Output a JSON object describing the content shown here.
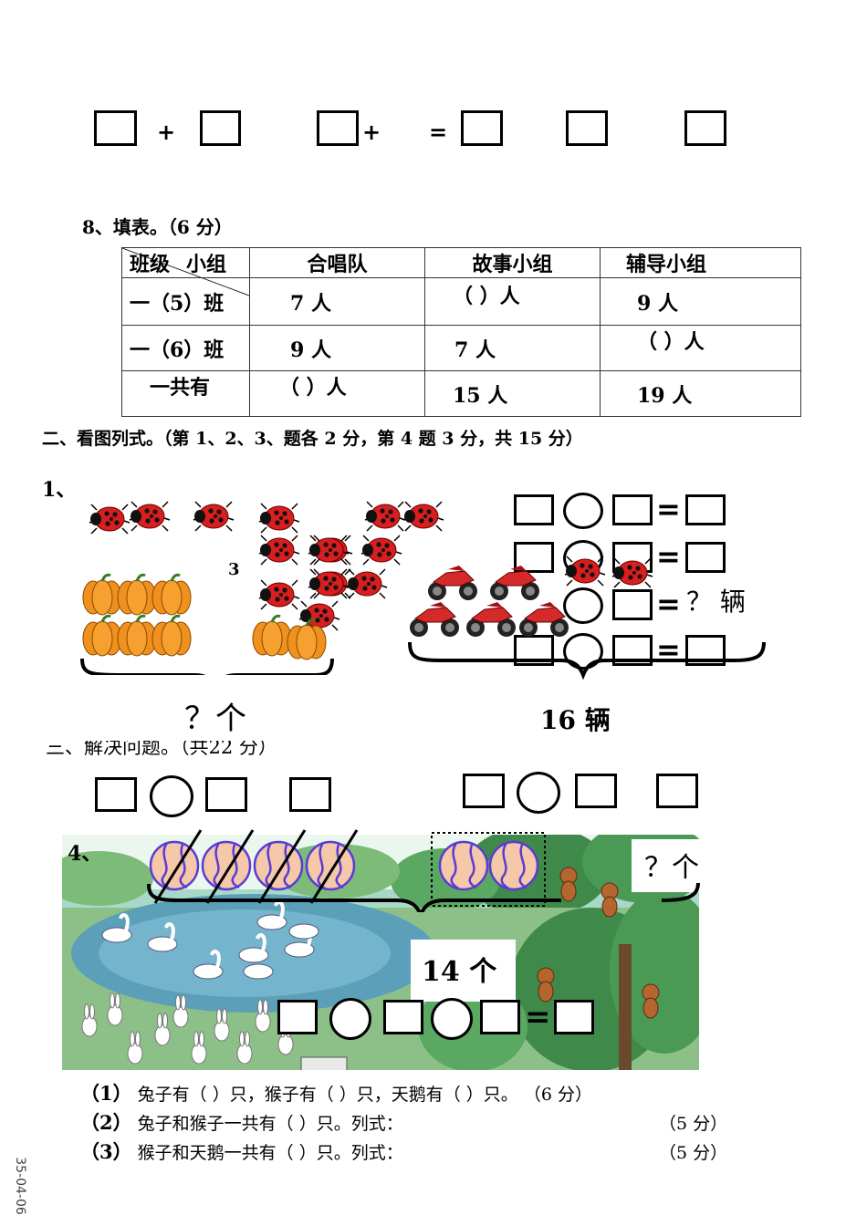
{
  "top_equation": {
    "plus1": "+",
    "plus2": "+",
    "equals": "="
  },
  "q8": {
    "title": "8、填表。（6 分）",
    "table": {
      "corner_top": "小组",
      "corner_left": "班级",
      "headers": [
        "合唱队",
        "故事小组",
        "辅导小组"
      ],
      "rows": [
        {
          "label": "一（5）班",
          "cells": [
            "7 人",
            "（   ）人",
            "9 人"
          ]
        },
        {
          "label": "一（6）班",
          "cells": [
            "9 人",
            "7 人",
            "（   ）人"
          ]
        },
        {
          "label": "一共有",
          "cells": [
            "（   ）人",
            "15 人",
            "19 人"
          ]
        }
      ]
    }
  },
  "section2": {
    "title": "二、看图列式。（第 1、2、3、题各 2 分，第 4 题 3 分，共 15 分）",
    "q1_label": "1、",
    "num_three": "3",
    "question_items": "？个",
    "question_vehicles": "？ 辆",
    "total_vehicles": "16 辆",
    "equals": "="
  },
  "section3": {
    "title_partial": "三、解决问题。（共22 分）"
  },
  "q4": {
    "label": "4、",
    "question": "？个",
    "total": "14 个",
    "equals": "="
  },
  "sub_questions": [
    {
      "num": "（1）",
      "text": "兔子有（    ）只，猴子有（     ）只，天鹅有（     ）只。",
      "score": "（6 分）"
    },
    {
      "num": "（2）",
      "text": "兔子和猴子一共有（      ）只。列式：",
      "score": "（5 分）"
    },
    {
      "num": "（3）",
      "text": "猴子和天鹅一共有（      ）只。列式：",
      "score": "（5 分）"
    }
  ],
  "side_stamp": "35-04-06",
  "colors": {
    "ladybug": "#d81e1e",
    "pumpkin": "#f0901e",
    "motorbike": "#d42a2a",
    "ball": "#7b9fd6",
    "ball_line": "#5a3cd4",
    "pond": "#5b9fb8",
    "grass": "#8cc088",
    "tree": "#3f8a4a",
    "sky": "#ffffff"
  }
}
